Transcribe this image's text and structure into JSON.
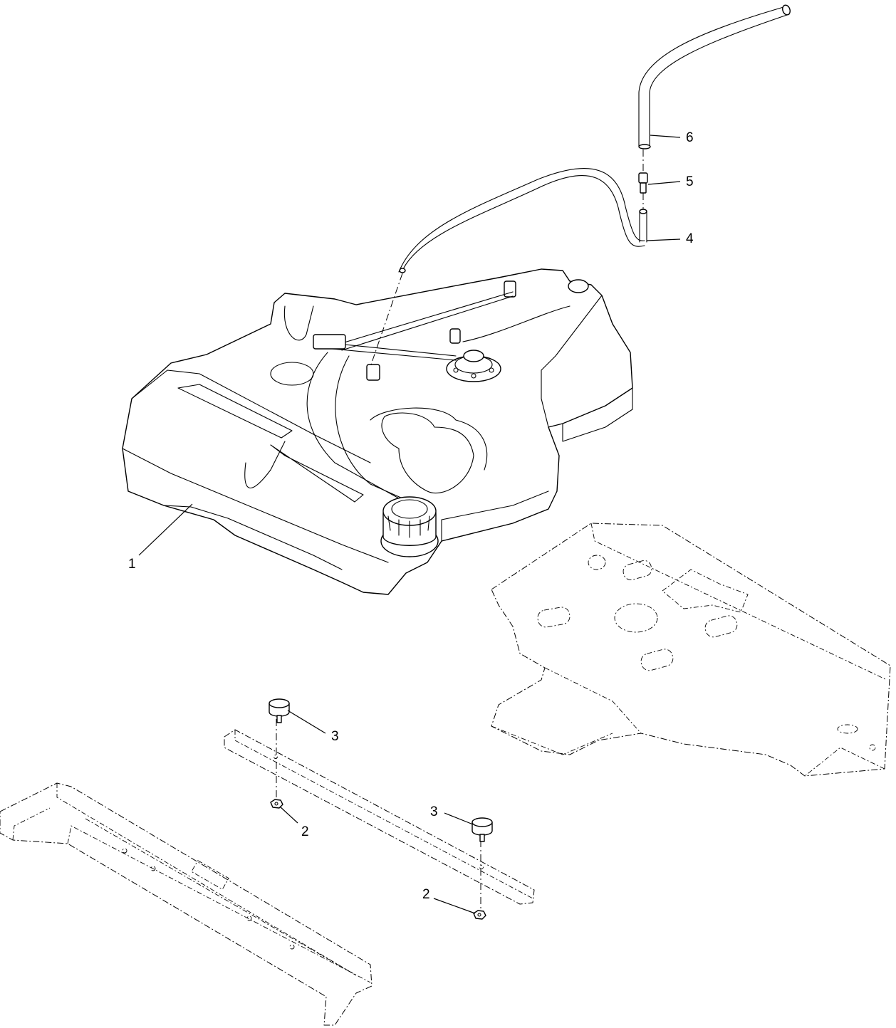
{
  "callouts": [
    {
      "id": "c1",
      "label": "1",
      "part": "fuel tank"
    },
    {
      "id": "c2a",
      "label": "2",
      "part": "nut"
    },
    {
      "id": "c2b",
      "label": "2",
      "part": "nut"
    },
    {
      "id": "c3a",
      "label": "3",
      "part": "bumper"
    },
    {
      "id": "c3b",
      "label": "3",
      "part": "bumper"
    },
    {
      "id": "c4",
      "label": "4",
      "part": "hose"
    },
    {
      "id": "c5",
      "label": "5",
      "part": "fitting"
    },
    {
      "id": "c6",
      "label": "6",
      "part": "hose"
    }
  ]
}
